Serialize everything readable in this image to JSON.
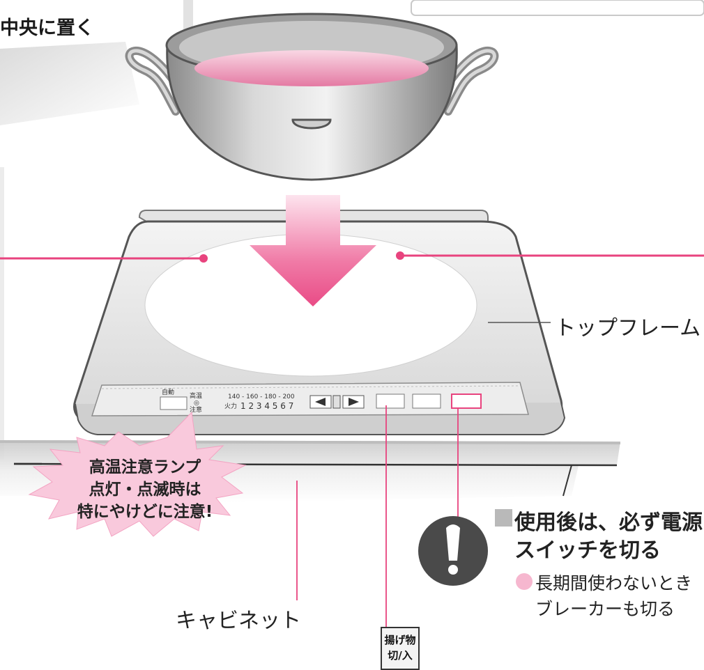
{
  "title": "中央に置く",
  "labels": {
    "top_frame": "トップフレーム",
    "cabinet": "キャビネット"
  },
  "burst_warning": {
    "line1": "高温注意ランプ",
    "line2": "点灯・点滅時は",
    "line3": "特にやけどに注意!"
  },
  "control_panel": {
    "mode_label": "自動",
    "lamp_label_top": "高温",
    "lamp_label_mid": "◎",
    "lamp_label_bottom": "注意",
    "temps": "140 - 160 - 180 - 200",
    "power_label": "火力",
    "levels": "1 2 3 4 5 6 7"
  },
  "fry_button": {
    "line1": "揚げ物",
    "line2": "切/入"
  },
  "warning": {
    "line1": "使用後は、必ず電源",
    "line2": "スイッチを切る",
    "note1": "長期間使わないとき",
    "note2": "ブレーカーも切る"
  },
  "colors": {
    "accent_pink": "#e8437e",
    "soft_pink": "#f6b7cf",
    "arrow_pink": "#ee5f93"
  }
}
